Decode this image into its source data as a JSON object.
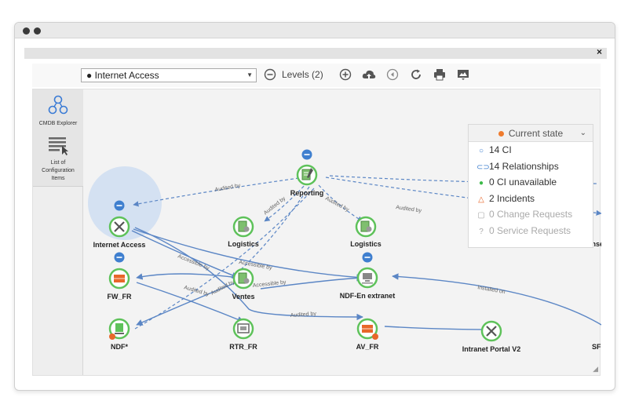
{
  "toolbar": {
    "selected_ci": "Internet Access",
    "levels_label": "Levels (2)"
  },
  "left_panel": {
    "cmdb_label": "CMDB Explorer",
    "list_label_1": "List of",
    "list_label_2": "Configuration",
    "list_label_3": "Items"
  },
  "legend": {
    "title": "Current state",
    "rows": [
      {
        "icon": "ring-icon",
        "text": "14 CI"
      },
      {
        "icon": "link-icon",
        "text": "14 Relationships"
      },
      {
        "icon": "green-dot-icon",
        "text": "0 CI unavailable"
      },
      {
        "icon": "warning-icon",
        "text": "2 Incidents"
      },
      {
        "icon": "chat-icon",
        "text": "0 Change Requests"
      },
      {
        "icon": "help-icon",
        "text": "0 Service Requests"
      }
    ],
    "colors": {
      "state_dot": "#ef7b2d",
      "ok": "#3dbb4a",
      "incident": "#e8672a"
    }
  },
  "graph": {
    "nodes": {
      "reporting": "Reporting",
      "internet_access": "Internet Access",
      "logistics_1": "Logistics",
      "logistics_2": "Logistics",
      "fw_fr": "FW_FR",
      "ventes": "Ventes",
      "ndf_extranet": "NDF-En extranet",
      "ndf": "NDF*",
      "rtr_fr": "RTR_FR",
      "av_fr": "AV_FR",
      "intranet_portal": "Intranet Portal V2",
      "expense_partial": "Expense",
      "sf_partial": "SF"
    },
    "edge_labels": {
      "audited_by": "Audited by",
      "accessible_by": "Accessible by",
      "installed_on": "Installed on"
    },
    "colors": {
      "edge": "#5b86c5",
      "node_ring": "#5ec25a",
      "incident_badge": "#e8672a"
    }
  }
}
